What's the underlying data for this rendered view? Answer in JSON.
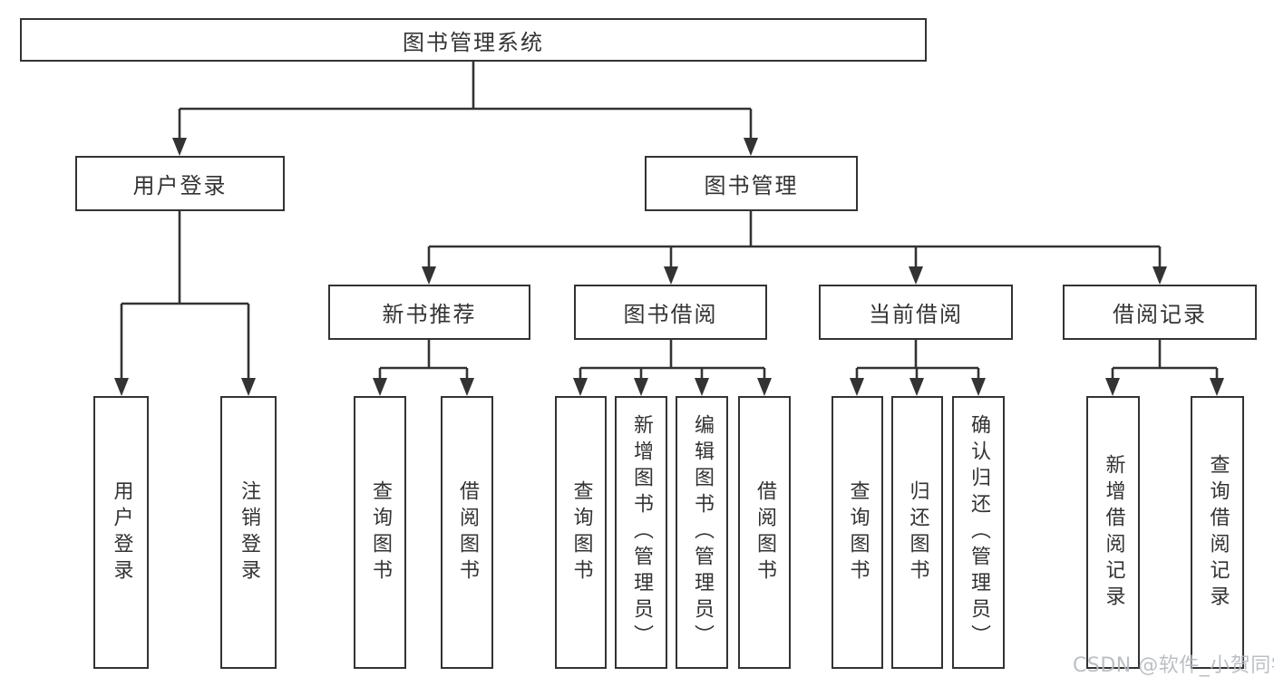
{
  "tree": {
    "root": {
      "label": "图书管理系统"
    },
    "branches": [
      {
        "label": "用户登录",
        "children": [
          "用户登录",
          "注销登录"
        ]
      },
      {
        "label": "图书管理",
        "children": [
          {
            "label": "新书推荐",
            "children": [
              "查询图书",
              "借阅图书"
            ]
          },
          {
            "label": "图书借阅",
            "children": [
              "查询图书",
              "新增图书（管理员）",
              "编辑图书（管理员）",
              "借阅图书"
            ]
          },
          {
            "label": "当前借阅",
            "children": [
              "查询图书",
              "归还图书",
              "确认归还（管理员）"
            ]
          },
          {
            "label": "借阅记录",
            "children": [
              "新增借阅记录",
              "查询借阅记录"
            ]
          }
        ]
      }
    ]
  },
  "watermark": {
    "text": "CSDN @软件_小贺同学"
  },
  "colors": {
    "line": "#333333",
    "text": "#333333",
    "background": "#ffffff",
    "watermark": "#b6bac1"
  }
}
